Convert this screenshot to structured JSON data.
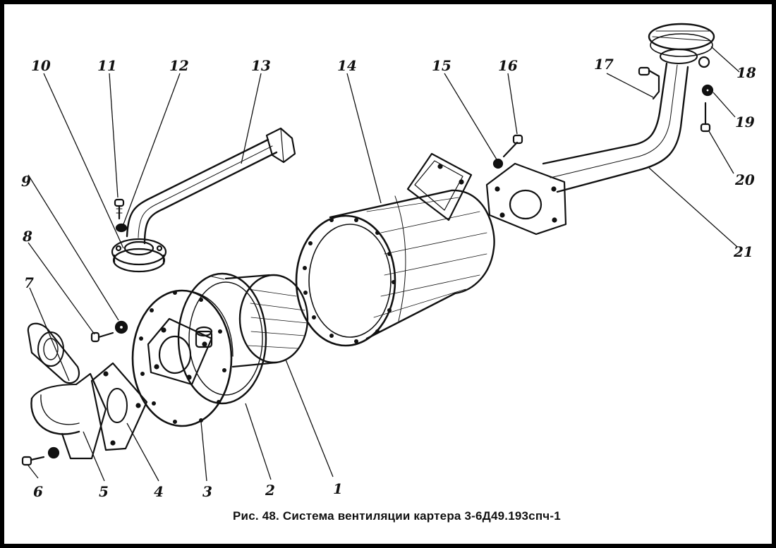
{
  "figure": {
    "caption": "Рис. 48. Система вентиляции картера 3-6Д49.193спч-1",
    "callouts": [
      "1",
      "2",
      "3",
      "4",
      "5",
      "6",
      "7",
      "8",
      "9",
      "10",
      "11",
      "12",
      "13",
      "14",
      "15",
      "16",
      "17",
      "18",
      "19",
      "20",
      "21"
    ]
  }
}
